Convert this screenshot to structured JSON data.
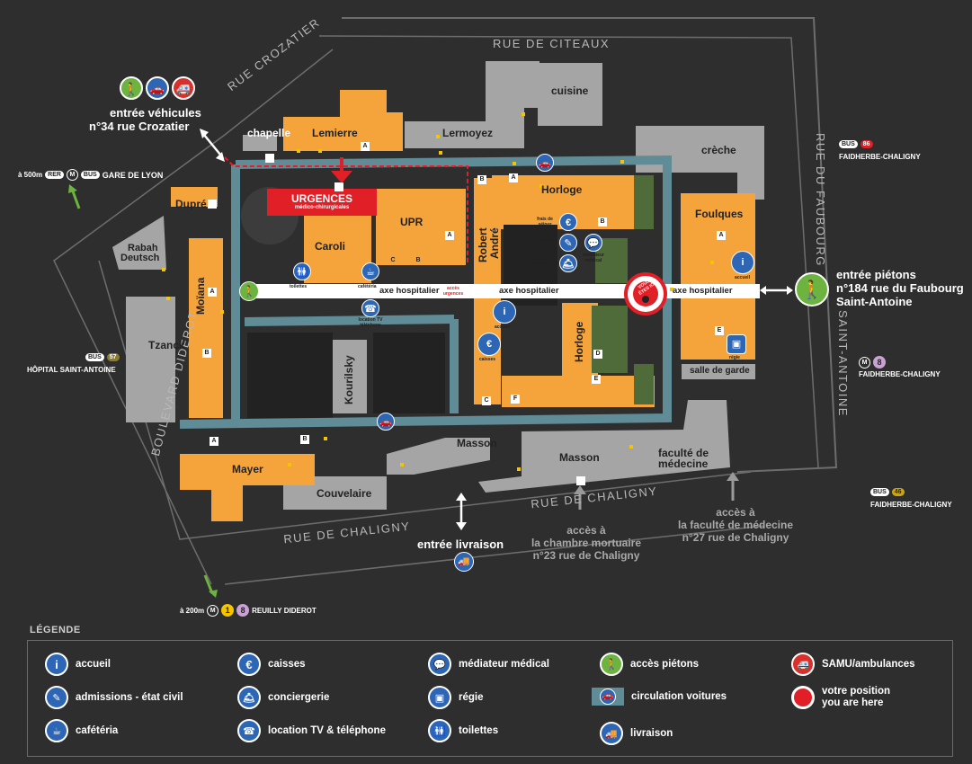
{
  "map": {
    "streets": {
      "citeaux": "RUE DE CITEAUX",
      "crozatier": "RUE CROZATIER",
      "faubourg": "RUE DU FAUBOURG",
      "saint_antoine": "SAINT-ANTOINE",
      "diderot": "BOULEVARD DIDEROT",
      "chaligny_left": "RUE DE CHALIGNY",
      "chaligny_right": "RUE DE CHALIGNY"
    },
    "buildings": {
      "chapelle": "chapelle",
      "lemierre": "Lemierre",
      "lermoyez": "Lermoyez",
      "cuisine": "cuisine",
      "creche": "crèche",
      "horloge_top": "Horloge",
      "foulques": "Foulques",
      "dupre": "Dupré",
      "rabah_1": "Rabah",
      "rabah_2": "Deutsch",
      "caroli": "Caroli",
      "upr": "UPR",
      "robert_1": "Robert",
      "robert_2": "André",
      "moiana": "Moïana",
      "tzanck": "Tzanck",
      "kourilsky": "Kourilsky",
      "horloge_vert": "Horloge",
      "salle_garde": "salle de garde",
      "mayer": "Mayer",
      "couvelaire": "Couvelaire",
      "masson_1": "Masson",
      "masson_2": "Masson",
      "fac_1": "faculté de",
      "fac_2": "médecine"
    },
    "urgences": {
      "title": "URGENCES",
      "subtitle": "médico-chirurgicales"
    },
    "axe": {
      "a1": "axe hospitalier",
      "a2": "axe hospitalier",
      "a3": "axe hospitalier",
      "acces_urgences": "accès urgences"
    },
    "you_are_here": "VOUS ÊTES ICI",
    "small_labels": {
      "toilettes": "toilettes",
      "cafeteria": "cafétéria",
      "location": "location TV téléphone",
      "frais": "frais de séjour",
      "admissions": "admissions état civil",
      "conciergerie": "conciergerie",
      "mediateur": "médiateur médical",
      "accueil_1": "accueil",
      "accueil_2": "accueil",
      "caisses": "caisses",
      "regie": "régie"
    },
    "entrances": {
      "vehicules_1": "entrée véhicules",
      "vehicules_2": "n°34 rue Crozatier",
      "pietons_1": "entrée piétons",
      "pietons_2": "n°184 rue du Faubourg",
      "pietons_3": "Saint-Antoine",
      "livraison": "entrée livraison",
      "mortuaire_1": "accès à",
      "mortuaire_2": "la chambre mortuaire",
      "mortuaire_3": "n°23 rue de Chaligny",
      "fac_acc_1": "accès à",
      "fac_acc_2": "la faculté de médecine",
      "fac_acc_3": "n°27 rue de Chaligny"
    },
    "transit": {
      "gare_dist": "à 500m",
      "gare_rer": "RER",
      "gare_m": "M",
      "gare_bus": "BUS",
      "gare_name": "GARE DE LYON",
      "faid1_bus": "BUS",
      "faid1_num": "86",
      "faid1_name": "FAIDHERBE-CHALIGNY",
      "hopital_bus": "BUS",
      "hopital_num": "57",
      "hopital_name": "HÔPITAL SAINT-ANTOINE",
      "faid2_m": "M",
      "faid2_num": "8",
      "faid2_name": "FAIDHERBE-CHALIGNY",
      "faid3_bus": "BUS",
      "faid3_num": "46",
      "faid3_name": "FAIDHERBE-CHALIGNY",
      "reuilly_dist": "à 200m",
      "reuilly_m": "M",
      "reuilly_n1": "1",
      "reuilly_n2": "8",
      "reuilly_name": "REUILLY DIDEROT"
    },
    "letters": {
      "a": "A",
      "b": "B",
      "c": "C",
      "d": "D",
      "e": "E",
      "f": "F"
    }
  },
  "legend": {
    "title": "LÉGENDE",
    "items": {
      "accueil": "accueil",
      "caisses": "caisses",
      "mediateur": "médiateur médical",
      "pietons": "accès piétons",
      "samu": "SAMU/ambulances",
      "admissions": "admissions - état civil",
      "conciergerie": "conciergerie",
      "regie": "régie",
      "circulation": "circulation voitures",
      "position_1": "votre position",
      "position_2": "you are here",
      "cafeteria": "cafétéria",
      "location": "location TV & téléphone",
      "toilettes": "toilettes",
      "livraison": "livraison"
    }
  },
  "colors": {
    "background": "#2e2e2e",
    "building": "#f5a33b",
    "gray_building": "#a5a5a5",
    "ring_road": "#5f8c96",
    "garden": "#4f6b3a",
    "urgences": "#e11f26",
    "icon_blue": "#2e66b6",
    "pedestrian_green": "#6db33f"
  }
}
